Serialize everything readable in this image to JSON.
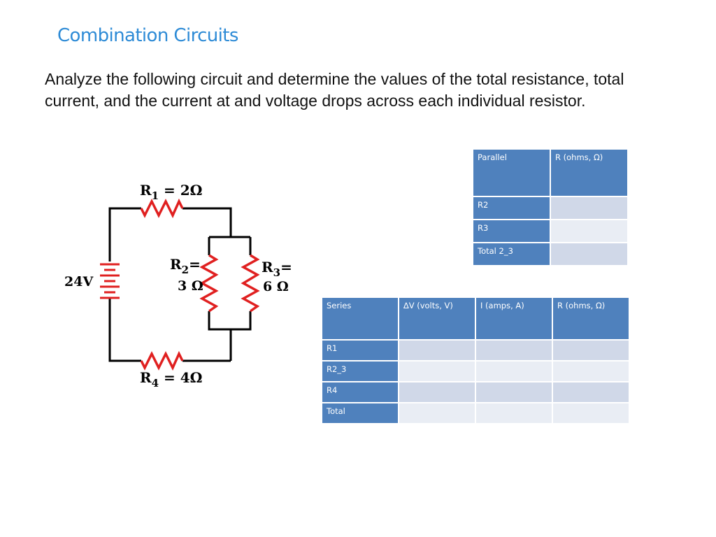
{
  "slide": {
    "title": "Combination Circuits",
    "prompt": "Analyze the following circuit and determine the values of the total resistance, total current, and the current at and voltage drops across each individual resistor."
  },
  "circuit": {
    "battery_label": "24V",
    "r1_label": "R",
    "r1_sub": "1",
    "r1_value": " = 2Ω",
    "r2_label": "R",
    "r2_sub": "2",
    "r2_eq": "=",
    "r2_value": "3 Ω",
    "r3_label": "R",
    "r3_sub": "3",
    "r3_eq": "=",
    "r3_value": "6 Ω",
    "r4_label": "R",
    "r4_sub": "4",
    "r4_value": " = 4Ω",
    "wire_color": "#000000",
    "resistor_color": "#e02020",
    "battery_color": "#e02020"
  },
  "parallel_table": {
    "headers": [
      "Parallel",
      "R (ohms, Ω)"
    ],
    "rows": [
      [
        "R2",
        ""
      ],
      [
        "R3",
        ""
      ],
      [
        "Total 2_3",
        ""
      ]
    ]
  },
  "series_table": {
    "headers": [
      "Series",
      "∆V (volts, V)",
      "I (amps, A)",
      "R (ohms, Ω)"
    ],
    "rows": [
      [
        "R1",
        "",
        "",
        ""
      ],
      [
        "R2_3",
        "",
        "",
        ""
      ],
      [
        "R4",
        "",
        "",
        ""
      ],
      [
        "Total",
        "",
        "",
        ""
      ]
    ]
  },
  "colors": {
    "title": "#2e8bd6",
    "table_header": "#4f81bd",
    "table_band_dark": "#d0d8e8",
    "table_band_light": "#e9edf4"
  }
}
